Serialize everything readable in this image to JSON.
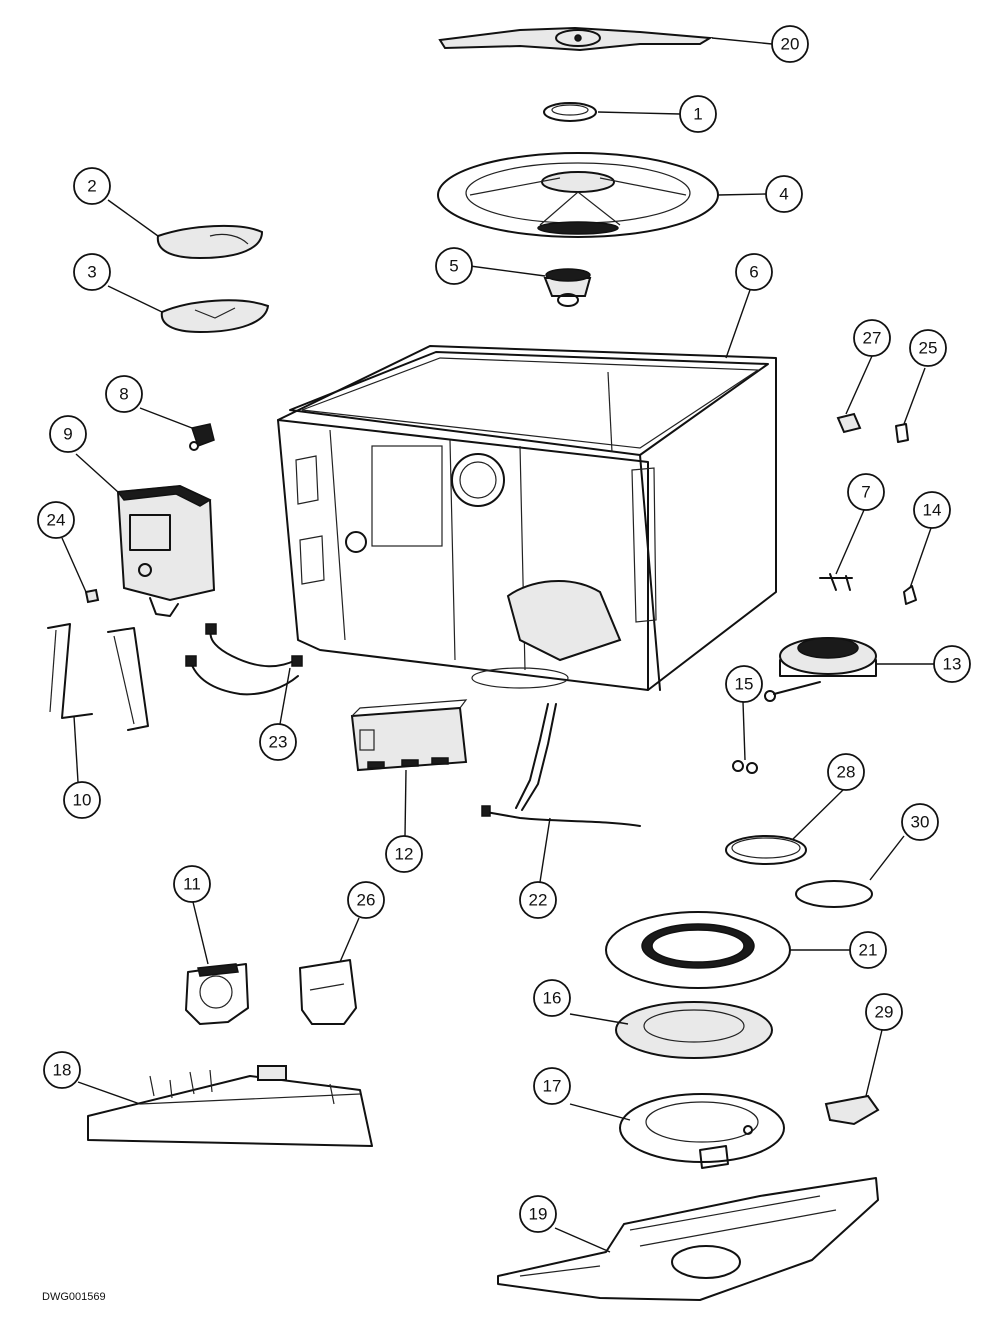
{
  "drawing": {
    "number": "DWG001569"
  },
  "callouts": {
    "c1": "1",
    "c2": "2",
    "c3": "3",
    "c4": "4",
    "c5": "5",
    "c6": "6",
    "c7": "7",
    "c8": "8",
    "c9": "9",
    "c10": "10",
    "c11": "11",
    "c12": "12",
    "c13": "13",
    "c14": "14",
    "c15": "15",
    "c16": "16",
    "c17": "17",
    "c18": "18",
    "c19": "19",
    "c20": "20",
    "c21": "21",
    "c22": "22",
    "c23": "23",
    "c24": "24",
    "c25": "25",
    "c26": "26",
    "c27": "27",
    "c28": "28",
    "c29": "29",
    "c30": "30"
  }
}
